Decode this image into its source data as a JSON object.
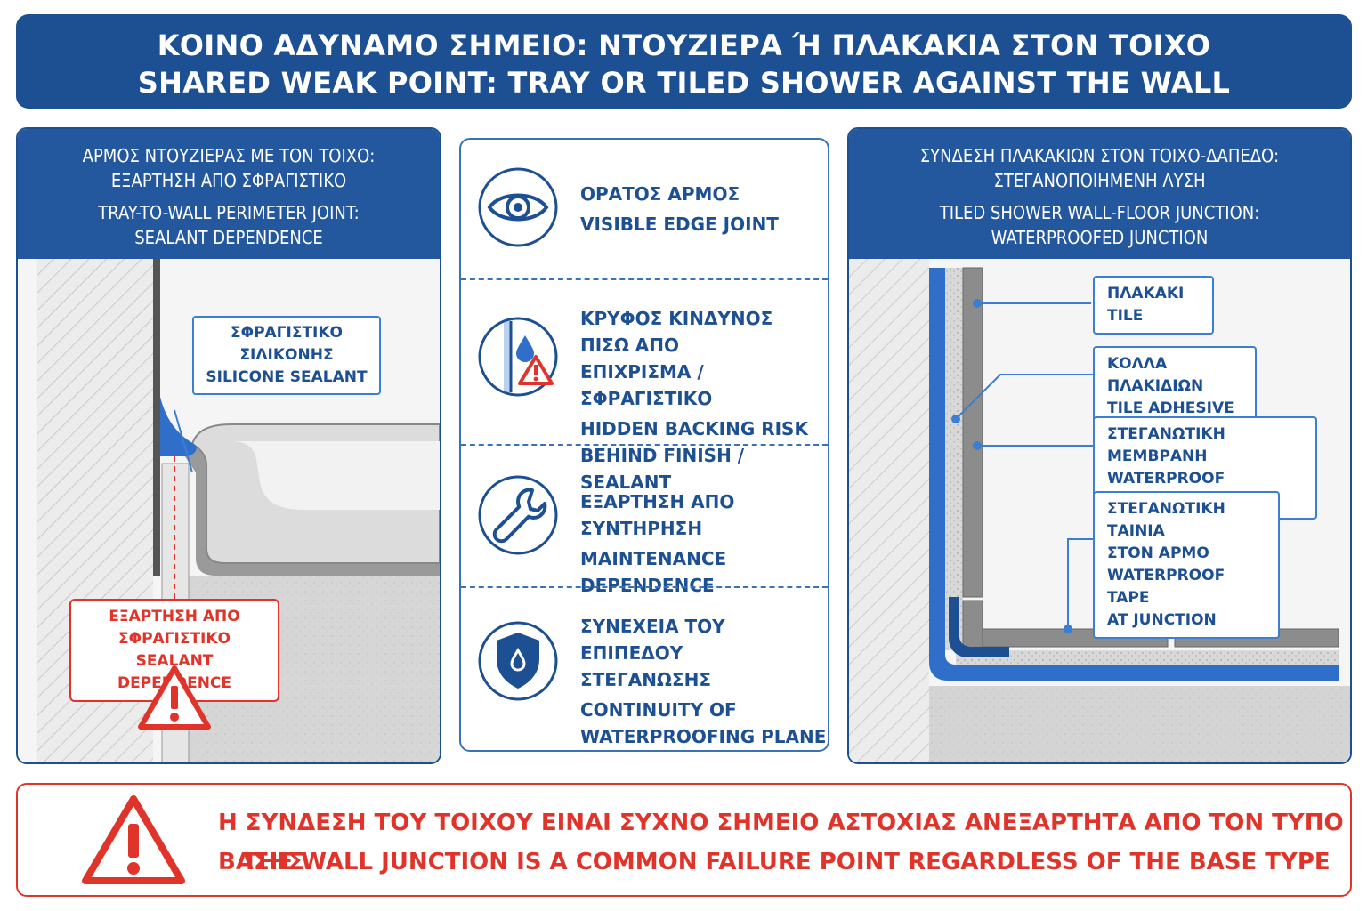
{
  "title": {
    "line_el": "ΚΟΙΝΟ ΑΔΥΝΑΜΟ ΣΗΜΕΙΟ: ΝΤΟΥΖΙΕΡΑ Ή ΠΛΑΚΑΚΙΑ ΣΤΟΝ ΤΟΙΧΟ",
    "line_en": "SHARED WEAK POINT: TRAY OR TILED SHOWER AGAINST THE WALL"
  },
  "left_panel": {
    "header_el_1": "ΑΡΜΟΣ ΝΤΟΥΖΙΕΡΑΣ ΜΕ ΤΟΝ ΤΟΙΧΟ:",
    "header_el_2": "ΕΞΑΡΤΗΣΗ ΑΠΟ ΣΦΡΑΓΙΣΤΙΚΟ",
    "header_en_1": "TRAY-TO-WALL PERIMETER JOINT:",
    "header_en_2": "SEALANT DEPENDENCE",
    "sealant_callout_el": "ΣΦΡΑΓΙΣΤΙΚΟ ΣΙΛΙΚΟΝΗΣ",
    "sealant_callout_en": "SILICONE SEALANT",
    "risk_callout_el": "ΕΞΑΡΤΗΣΗ ΑΠΟ ΣΦΡΑΓΙΣΤΙΚΟ",
    "risk_callout_en": "SEALANT DEPENDENCE"
  },
  "middle_panel": {
    "items": [
      {
        "icon": "eye-icon",
        "text_el": "ΟΡΑΤΟΣ ΑΡΜΟΣ",
        "text_en": "VISIBLE EDGE JOINT"
      },
      {
        "icon": "hidden-leak-warning-icon",
        "text_el_1": "ΚΡΥΦΟΣ ΚΙΝΔΥΝΟΣ ΠΙΣΩ ΑΠΟ",
        "text_el_2": "ΕΠΙΧΡΙΣΜΑ / ΣΦΡΑΓΙΣΤΙΚΟ",
        "text_en_1": "HIDDEN BACKING RISK",
        "text_en_2": "BEHIND FINISH / SEALANT"
      },
      {
        "icon": "wrench-icon",
        "text_el": "ΕΞΑΡΤΗΣΗ ΑΠΟ ΣΥΝΤΗΡΗΣΗ",
        "text_en": "MAINTENANCE DEPENDENCE"
      },
      {
        "icon": "shield-water-drop-icon",
        "text_el_1": "ΣΥΝΕΧΕΙΑ ΤΟΥ ΕΠΙΠΕΔΟΥ",
        "text_el_2": "ΣΤΕΓΑΝΩΣΗΣ",
        "text_en_1": "CONTINUITY OF",
        "text_en_2": "WATERPROOFING PLANE"
      }
    ]
  },
  "right_panel": {
    "header_el_1": "ΣΥΝΔΕΣΗ ΠΛΑΚΑΚΙΩΝ ΣΤΟΝ ΤΟΙΧΟ-ΔΑΠΕΔΟ:",
    "header_el_2": "ΣΤΕΓΑΝΟΠΟΙΗΜΕΝΗ ΛΥΣΗ",
    "header_en_1": "TILED SHOWER WALL-FLOOR JUNCTION:",
    "header_en_2": "WATERPROOFED JUNCTION",
    "labels": [
      {
        "el": "ΠΛΑΚΑΚΙ",
        "en": "TILE"
      },
      {
        "el": "ΚΟΛΛΑ ΠΛΑΚΙΔΙΩΝ",
        "en": "TILE ADHESIVE"
      },
      {
        "el": "ΣΤΕΓΑΝΩΤΙΚΗ ΜΕΜΒΡΑΝΗ",
        "en": "WATERPROOF MEMBRANE"
      },
      {
        "el_1": "ΣΤΕΓΑΝΩΤΙΚΗ ΤΑΙΝΙΑ",
        "el_2": "ΣΤΟΝ ΑΡΜΟ",
        "en_1": "WATERPROOF TAPE",
        "en_2": "AT JUNCTION"
      }
    ]
  },
  "warning_banner": {
    "text_el": "Η ΣΥΝΔΕΣΗ ΤΟΥ ΤΟΙΧΟΥ ΕΙΝΑΙ ΣΥΧΝΟ ΣΗΜΕΙΟ ΑΣΤΟΧΙΑΣ ΑΝΕΞΑΡΤΗΤΑ ΑΠΟ ΤΟΝ ΤΥΠΟ ΒΑΣΗΣ",
    "text_en": "THE WALL JUNCTION IS A COMMON FAILURE POINT REGARDLESS OF THE BASE TYPE"
  },
  "colors": {
    "primary_blue": "#1d4f93",
    "accent_blue": "#3a7fd4",
    "membrane_blue": "#2f6fc9",
    "warning_red": "#e0342b"
  }
}
